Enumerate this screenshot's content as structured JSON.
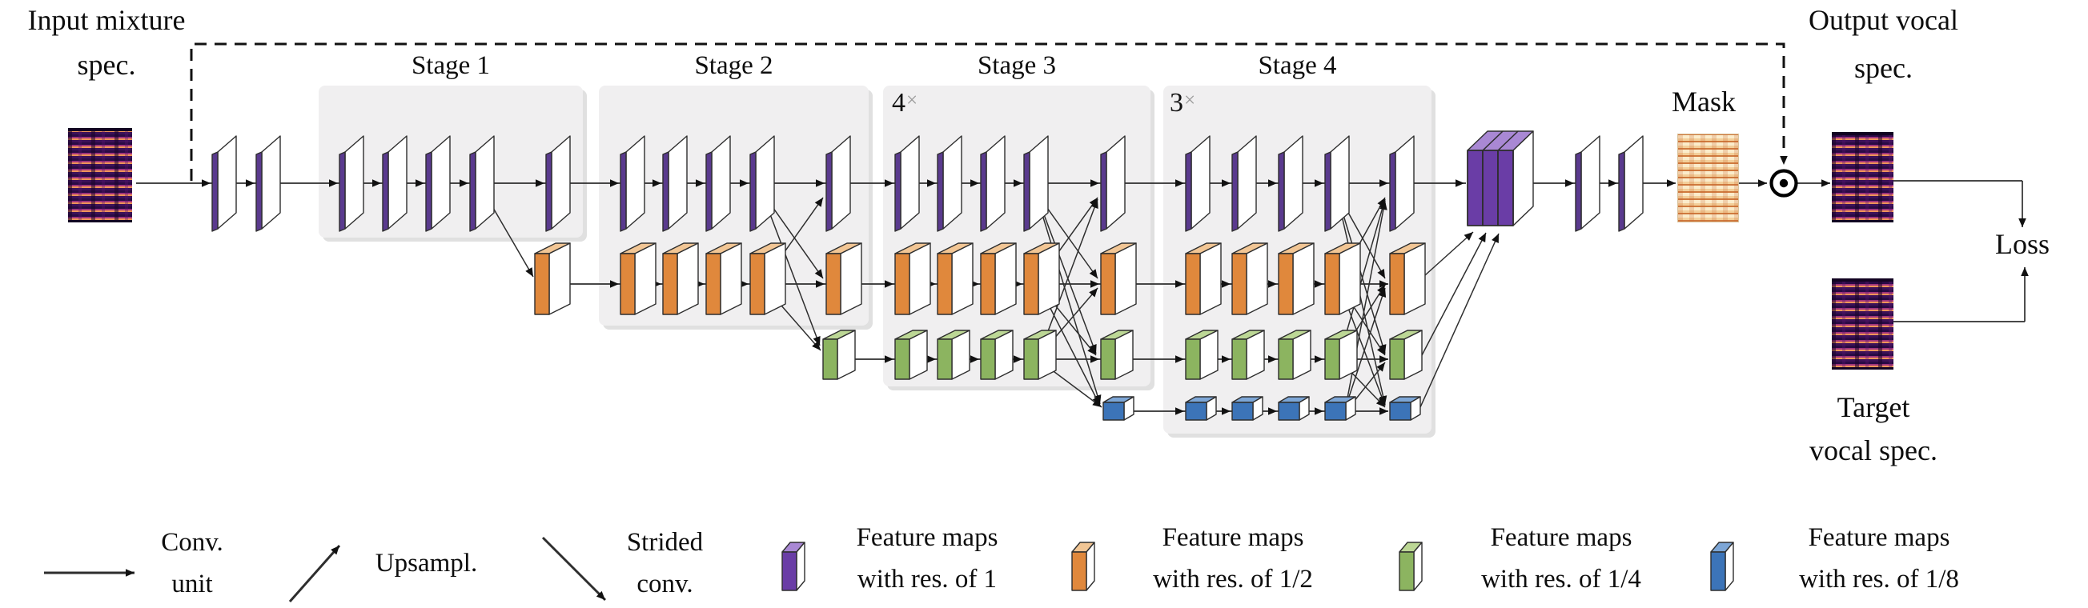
{
  "labels": {
    "input_spec_line1": "Input mixture",
    "input_spec_line2": "spec.",
    "output_spec_line1": "Output vocal",
    "output_spec_line2": "spec.",
    "target_spec_line1": "Target",
    "target_spec_line2": "vocal spec.",
    "mask": "Mask",
    "loss": "Loss"
  },
  "stages": [
    {
      "label": "Stage 1",
      "repeat": "",
      "branches": 1,
      "units_per_branch": 4
    },
    {
      "label": "Stage 2",
      "repeat": "",
      "branches": 2,
      "units_per_branch": 4
    },
    {
      "label": "Stage 3",
      "repeat": "4",
      "branches": 3,
      "units_per_branch": 4
    },
    {
      "label": "Stage 4",
      "repeat": "3",
      "branches": 4,
      "units_per_branch": 4
    }
  ],
  "times_symbol": "×",
  "symbols": {
    "elementwise_product": "⊙"
  },
  "legend": {
    "operations": [
      {
        "name": "conv-unit",
        "line1": "Conv.",
        "line2": "unit"
      },
      {
        "name": "upsampling",
        "line1": "Upsampl.",
        "line2": ""
      },
      {
        "name": "strided-conv",
        "line1": "Strided",
        "line2": "conv."
      }
    ],
    "feature_maps": [
      {
        "name": "res-1",
        "line1": "Feature maps",
        "line2": "with res. of 1",
        "color": "#6a3da6"
      },
      {
        "name": "res-1-2",
        "line1": "Feature maps",
        "line2": "with res. of 1/2",
        "color": "#e0883c"
      },
      {
        "name": "res-1-4",
        "line1": "Feature maps",
        "line2": "with res. of 1/4",
        "color": "#8cb460"
      },
      {
        "name": "res-1-8",
        "line1": "Feature maps",
        "line2": "with res. of 1/8",
        "color": "#3c74b8"
      }
    ]
  },
  "colors": {
    "line": "#2e2e2e",
    "arrow_head": "#111111",
    "res1_bar": "#5a3a8e",
    "res1_fill": "#6a3da6",
    "res1_facet": "#a988d4",
    "res2_fill": "#e0883c",
    "res2_facet": "#f2c695",
    "res4_fill": "#8cb460",
    "res4_facet": "#bcd795",
    "res8_fill": "#3c74b8",
    "res8_facet": "#7da6d6",
    "stage_box": "#f0eff0",
    "stage_box_shadow": "#d8d8d8",
    "face_white": "#ffffff"
  }
}
